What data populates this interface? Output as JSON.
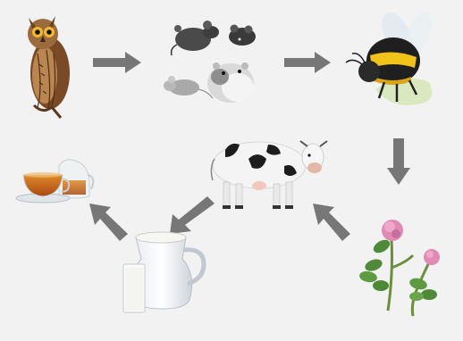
{
  "diagram": {
    "background_color": "#f2f2f2",
    "arrow_color": "#777777",
    "nodes": [
      {
        "id": "owl",
        "icon": "owl-icon"
      },
      {
        "id": "mice",
        "icon": "mice-icon"
      },
      {
        "id": "bumblebee",
        "icon": "bumblebee-icon"
      },
      {
        "id": "clover",
        "icon": "clover-icon"
      },
      {
        "id": "cow",
        "icon": "cow-icon"
      },
      {
        "id": "milk",
        "icon": "milk-jug-icon"
      },
      {
        "id": "tea",
        "icon": "tea-icon"
      }
    ],
    "edges": [
      {
        "from": "owl",
        "to": "mice"
      },
      {
        "from": "mice",
        "to": "bumblebee"
      },
      {
        "from": "bumblebee",
        "to": "clover"
      },
      {
        "from": "clover",
        "to": "cow"
      },
      {
        "from": "cow",
        "to": "milk"
      },
      {
        "from": "milk",
        "to": "tea"
      }
    ]
  }
}
